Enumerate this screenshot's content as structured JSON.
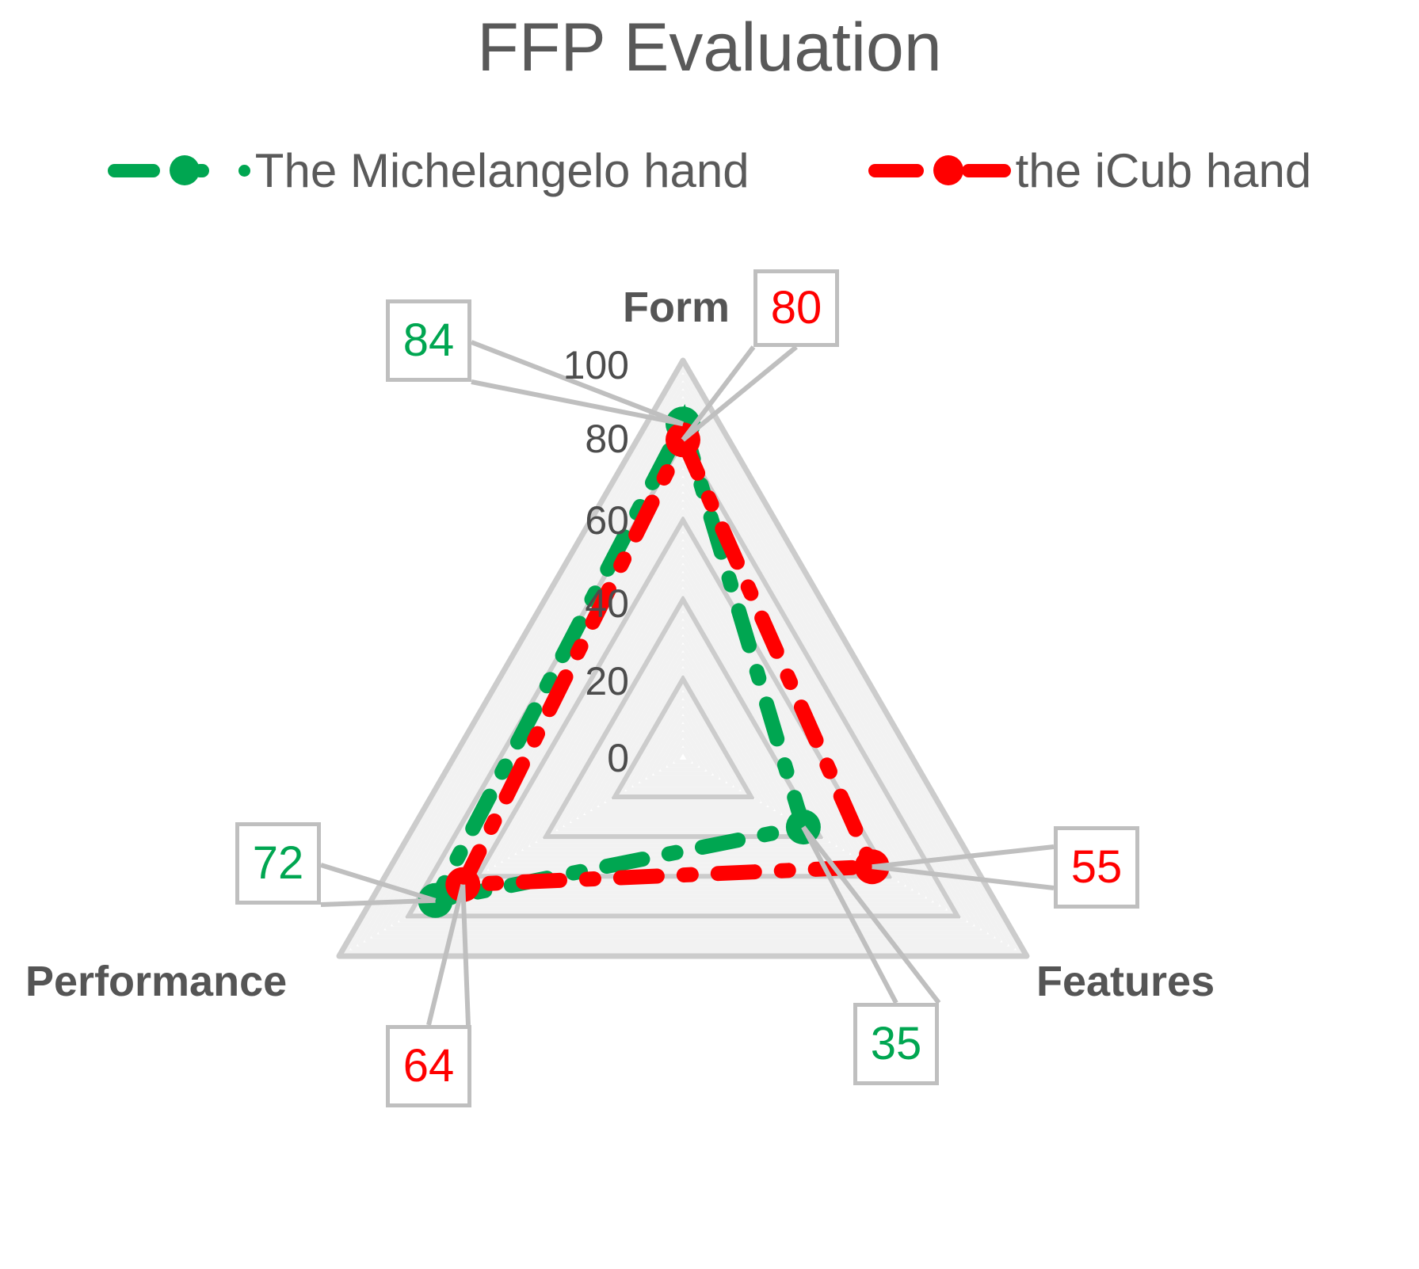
{
  "title": "FFP Evaluation",
  "colors": {
    "series_green": "#00a651",
    "series_red": "#ff0000",
    "title_text": "#595959",
    "axis_label_text": "#555555",
    "tick_text": "#4c4c4c",
    "grid": "#d9d9d9",
    "callout_border": "#bfbfbf",
    "background": "#ffffff"
  },
  "legend": {
    "position": "top",
    "items": [
      {
        "label": "The Michelangelo hand",
        "color": "#00a651",
        "marker": "dashed-line-with-dot"
      },
      {
        "label": "the iCub hand",
        "color": "#ff0000",
        "marker": "dashed-line-with-dot"
      }
    ]
  },
  "axes": {
    "labels": [
      "Form",
      "Features",
      "Performance"
    ],
    "form": "Form",
    "features": "Features",
    "performance": "Performance"
  },
  "ticks": {
    "labels": [
      "100",
      "80",
      "60",
      "40",
      "20",
      "0"
    ],
    "t100": "100",
    "t80": "80",
    "t60": "60",
    "t40": "40",
    "t20": "20",
    "t0": "0"
  },
  "callouts": {
    "form_green": "84",
    "form_red": "80",
    "performance_green": "72",
    "performance_red": "64",
    "features_red": "55",
    "features_green": "35"
  },
  "chart_data": {
    "type": "radar",
    "title": "FFP Evaluation",
    "categories": [
      "Form",
      "Features",
      "Performance"
    ],
    "series": [
      {
        "name": "The Michelangelo hand",
        "color": "#00a651",
        "values": [
          84,
          35,
          72
        ]
      },
      {
        "name": "the iCub hand",
        "color": "#ff0000",
        "values": [
          80,
          55,
          64
        ]
      }
    ],
    "rlim": [
      0,
      100
    ],
    "rticks": [
      0,
      20,
      40,
      60,
      80,
      100
    ],
    "grid": true,
    "grid_shape": "triangle",
    "legend_position": "top",
    "data_labels": true,
    "xlabel": "",
    "ylabel": ""
  }
}
